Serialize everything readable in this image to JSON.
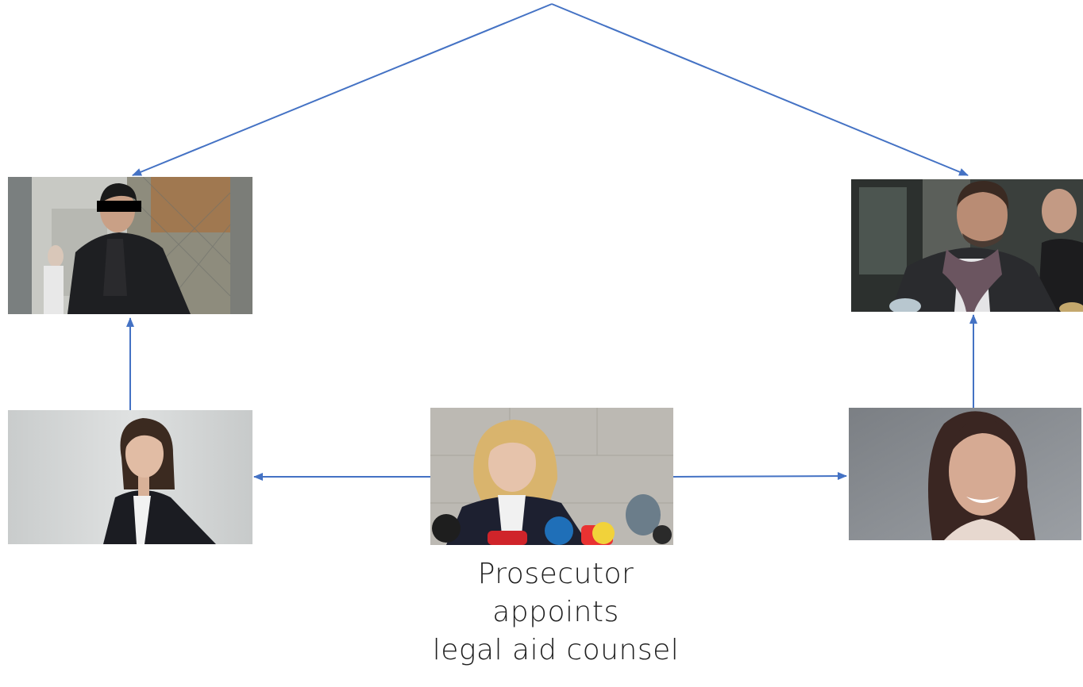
{
  "caption": {
    "line1": "Prosecutor",
    "line2": "appoints",
    "line3": "legal aid counsel"
  },
  "colors": {
    "arrow": "#4472c4",
    "background": "#ffffff"
  },
  "photos": [
    {
      "id": "accused-photo",
      "description_icon": "person-photo-censored-eyes"
    },
    {
      "id": "defense-lawyer-photo",
      "description_icon": "person-photo"
    },
    {
      "id": "female-lawyer-left-photo",
      "description_icon": "person-photo"
    },
    {
      "id": "prosecutor-photo",
      "description_icon": "person-photo-press-microphones"
    },
    {
      "id": "female-lawyer-right-photo",
      "description_icon": "person-photo"
    }
  ]
}
